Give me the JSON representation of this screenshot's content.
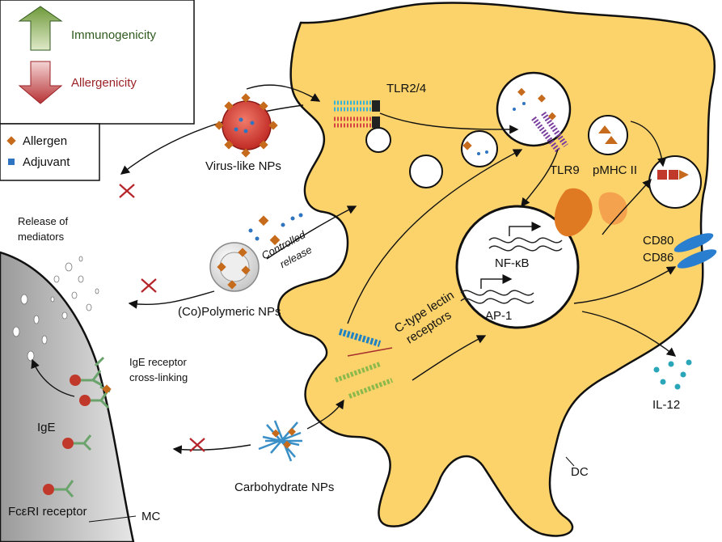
{
  "legend": {
    "up_label": "Immunogenicity",
    "down_label": "Allergenicity",
    "up_color": "#2f5a1e",
    "down_color": "#9b2226",
    "allergen_label": "Allergen",
    "adjuvant_label": "Adjuvant"
  },
  "nanoparticles": {
    "virus_like": "Virus-like NPs",
    "polymeric": "(Co)Polymeric NPs",
    "carbohydrate": "Carbohydrate NPs",
    "controlled_release_line1": "Controlled",
    "controlled_release_line2": "release"
  },
  "dc": {
    "tlr24": "TLR2/4",
    "tlr9": "TLR9",
    "pmhc": "pMHC II",
    "nfkb": "NF-κB",
    "ap1": "AP-1",
    "cd80": "CD80",
    "cd86": "CD86",
    "lectin_line1": "C-type lectin",
    "lectin_line2": "receptors",
    "il12": "IL-12",
    "dc_label": "DC"
  },
  "mast_cell": {
    "release_line1": "Release of",
    "release_line2": "mediators",
    "crosslink_line1": "IgE receptor",
    "crosslink_line2": "cross-linking",
    "ige": "IgE",
    "fceri": "FcεRI receptor",
    "mc": "MC"
  },
  "colors": {
    "dc_fill": "#fcd36b",
    "allergen": "#c66a1c",
    "adjuvant": "#2f74c0",
    "block_x": "#b5252b"
  }
}
